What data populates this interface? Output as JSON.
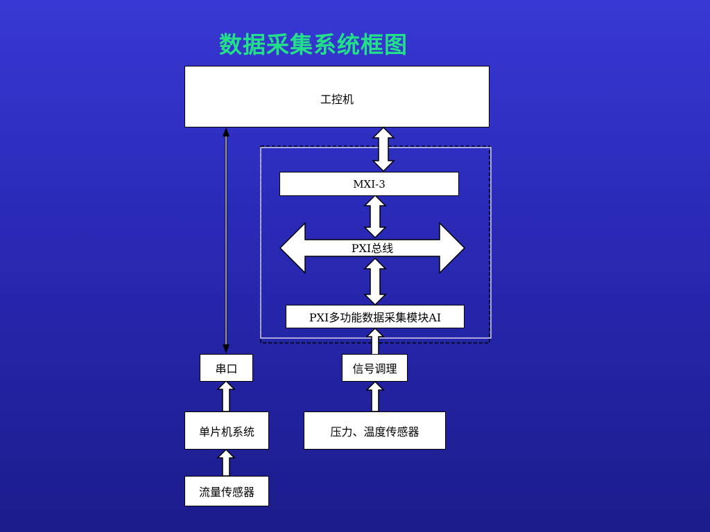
{
  "title": "数据采集系统框图",
  "nodes": {
    "industrial_pc": "工控机",
    "mxi3": "MXI-3",
    "pxi_bus": "PXI总线",
    "daq_module": "PXI多功能数据采集模块AI",
    "serial_port": "串口",
    "signal_conditioning": "信号调理",
    "mcu_system": "单片机系统",
    "pressure_temp_sensor": "压力、温度传感器",
    "flow_sensor": "流量传感器"
  }
}
